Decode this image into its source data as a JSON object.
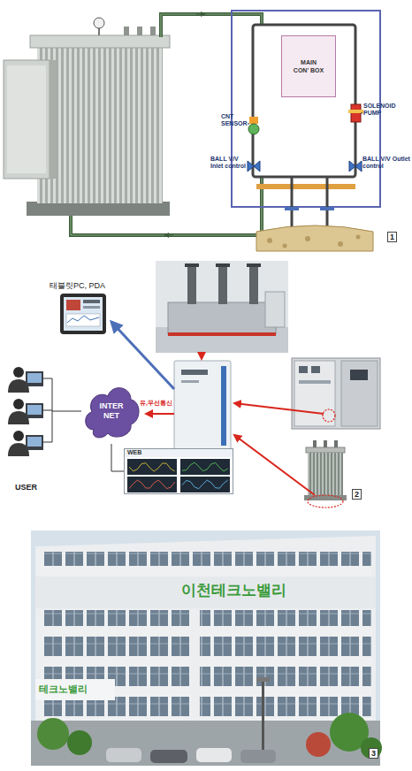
{
  "diagram": {
    "nodes": [
      {
        "text": [
          "MAIN CON' BOX"
        ]
      },
      {
        "text": [
          "태블릿PC, PDA"
        ]
      },
      {
        "text": [
          "INTER NET"
        ]
      },
      {
        "text": [
          "WEB"
        ]
      },
      {
        "text": [
          "USER"
        ]
      }
    ],
    "edges": [
      {
        "from": 2,
        "to": 4,
        "arrow": "none"
      },
      {
        "from": 2,
        "to": 3,
        "arrow": "none"
      }
    ],
    "labels": [
      "CNT SENSOR",
      "SOLENOID PUMP",
      "BALL V/V Inlet control",
      "BALL V/V Outlet control",
      "1",
      "유,무선통신",
      "2",
      "3",
      "이천테크노밸리",
      "테크노밸리"
    ]
  }
}
